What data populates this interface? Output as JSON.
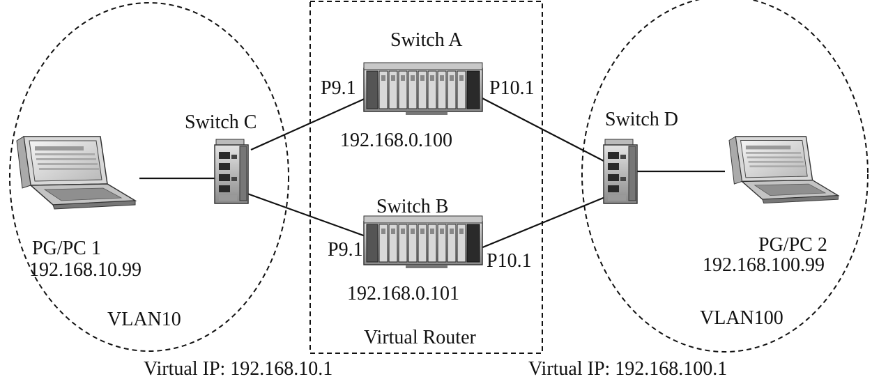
{
  "devices": {
    "switch_a": {
      "name": "Switch A",
      "ip": "192.168.0.100",
      "port_left": "P9.1",
      "port_right": "P10.1"
    },
    "switch_b": {
      "name": "Switch B",
      "ip": "192.168.0.101",
      "port_left": "P9.1",
      "port_right": "P10.1"
    },
    "switch_c": {
      "name": "Switch C"
    },
    "switch_d": {
      "name": "Switch D"
    },
    "pc1": {
      "name": "PG/PC 1",
      "ip": "192.168.10.99"
    },
    "pc2": {
      "name": "PG/PC 2",
      "ip": "192.168.100.99"
    }
  },
  "zones": {
    "vlan_left": "VLAN10",
    "vlan_right": "VLAN100",
    "router": "Virtual Router"
  },
  "virtual_ips": {
    "left": "Virtual IP: 192.168.10.1",
    "right": "Virtual IP: 192.168.100.1"
  }
}
